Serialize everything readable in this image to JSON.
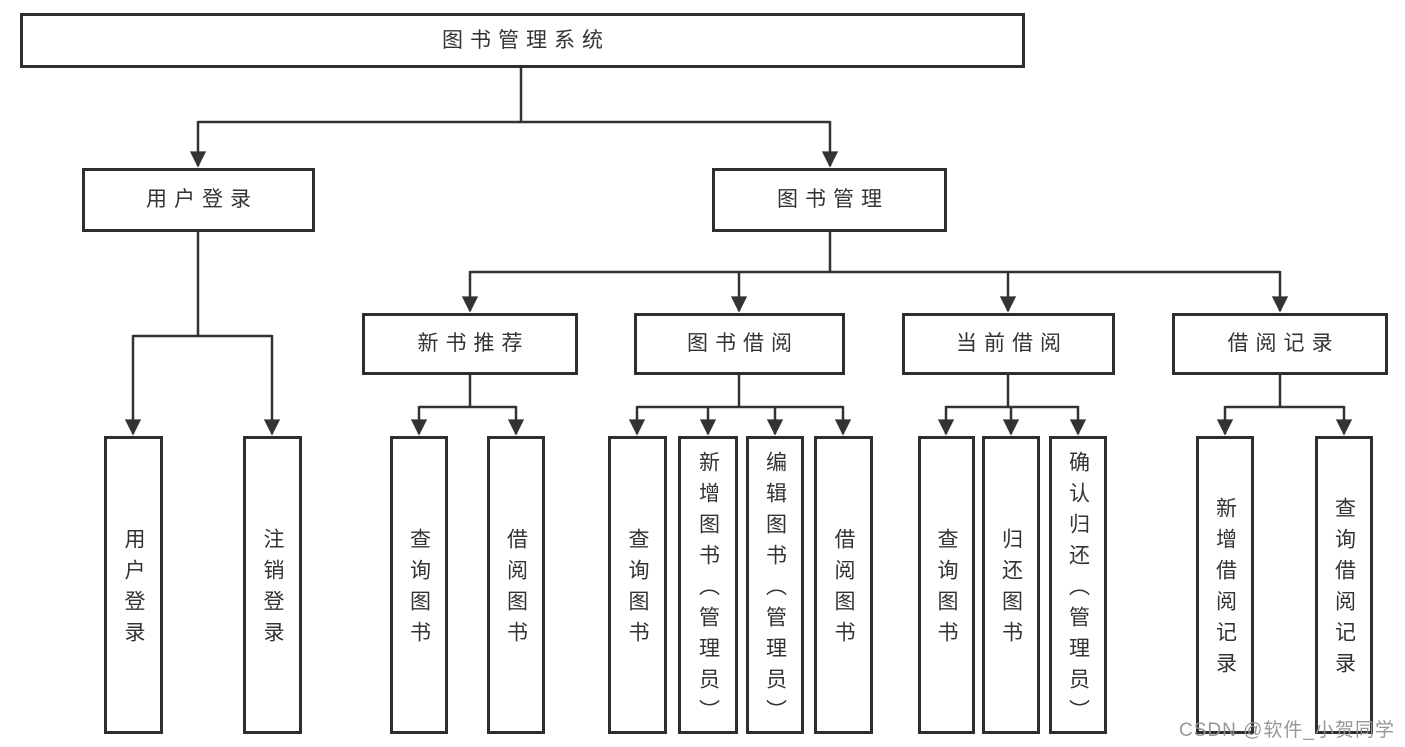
{
  "colors": {
    "line": "#333333",
    "box_border": "#2e2e2e",
    "text": "#333333",
    "watermark": "#919191",
    "background": "#ffffff"
  },
  "diagram": {
    "root": {
      "label": "图书管理系统"
    },
    "branches": [
      {
        "label": "用户登录",
        "children": [
          {
            "label": "用户登录"
          },
          {
            "label": "注销登录"
          }
        ]
      },
      {
        "label": "图书管理",
        "children": [
          {
            "label": "新书推荐",
            "children": [
              {
                "label": "查询图书"
              },
              {
                "label": "借阅图书"
              }
            ]
          },
          {
            "label": "图书借阅",
            "children": [
              {
                "label": "查询图书"
              },
              {
                "label": "新增图书（管理员）"
              },
              {
                "label": "编辑图书（管理员）"
              },
              {
                "label": "借阅图书"
              }
            ]
          },
          {
            "label": "当前借阅",
            "children": [
              {
                "label": "查询图书"
              },
              {
                "label": "归还图书"
              },
              {
                "label": "确认归还（管理员）"
              }
            ]
          },
          {
            "label": "借阅记录",
            "children": [
              {
                "label": "新增借阅记录"
              },
              {
                "label": "查询借阅记录"
              }
            ]
          }
        ]
      }
    ]
  },
  "watermark": {
    "text": "CSDN @软件_小贺同学"
  }
}
